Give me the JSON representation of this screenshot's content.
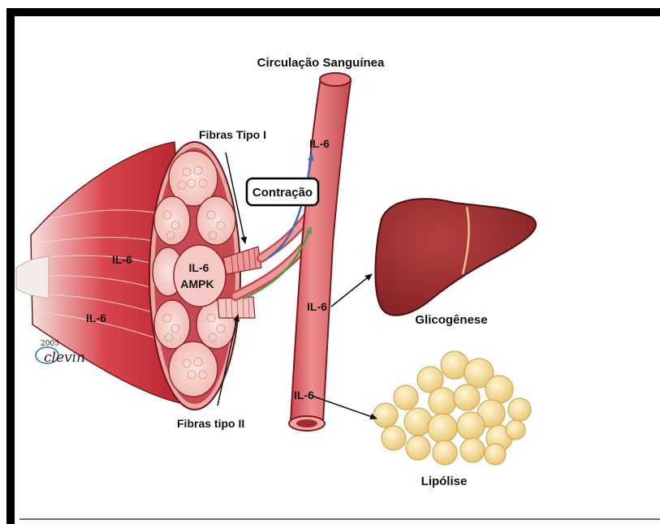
{
  "title": "Circulação Sanguínea",
  "labels": {
    "fibras_tipo_1": "Fibras Tipo I",
    "fibras_tipo_2": "Fibras tipo II",
    "contracao": "Contração",
    "glicogenese": "Glicogênese",
    "lipolise": "Lipólise",
    "muscle_il6_upper": "IL-6",
    "muscle_il6_lower": "IL-6",
    "fiber_il6": "IL-6",
    "fiber_ampk": "AMPK",
    "vessel_il6_top": "IL-6",
    "vessel_il6_mid": "IL-6",
    "vessel_il6_low": "IL-6"
  },
  "signature": {
    "year": "2005",
    "name": "clevin"
  },
  "colors": {
    "muscle_dark": "#b3202a",
    "muscle_light": "#f2b9b4",
    "vessel": "#d9646a",
    "liver": "#9e2b2b",
    "fat": "#f3dc93",
    "arrow_blue": "#3a6fb5",
    "arrow_green": "#4f9a45"
  }
}
